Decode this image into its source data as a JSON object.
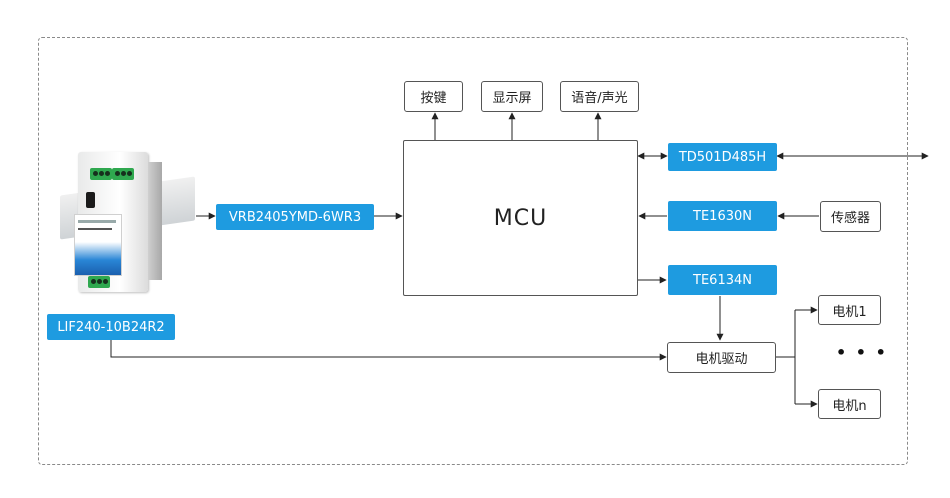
{
  "diagram": {
    "power_module_label": "LIF240-10B24R2",
    "converter_label": "VRB2405YMD-6WR3",
    "mcu_label": "MCU",
    "peripherals": [
      "按键",
      "显示屏",
      "语音/声光"
    ],
    "transceiver_485": "TD501D485H",
    "transceiver_sensor": "TE1630N",
    "sensor_label": "传感器",
    "transceiver_motor": "TE6134N",
    "motor_driver_label": "电机驱动",
    "motor_1": "电机1",
    "motor_ellipsis": "• • •",
    "motor_n": "电机n"
  },
  "colors": {
    "accent_blue": "#1e9be0",
    "frame_border": "#8a8a8a",
    "line": "#222222"
  }
}
